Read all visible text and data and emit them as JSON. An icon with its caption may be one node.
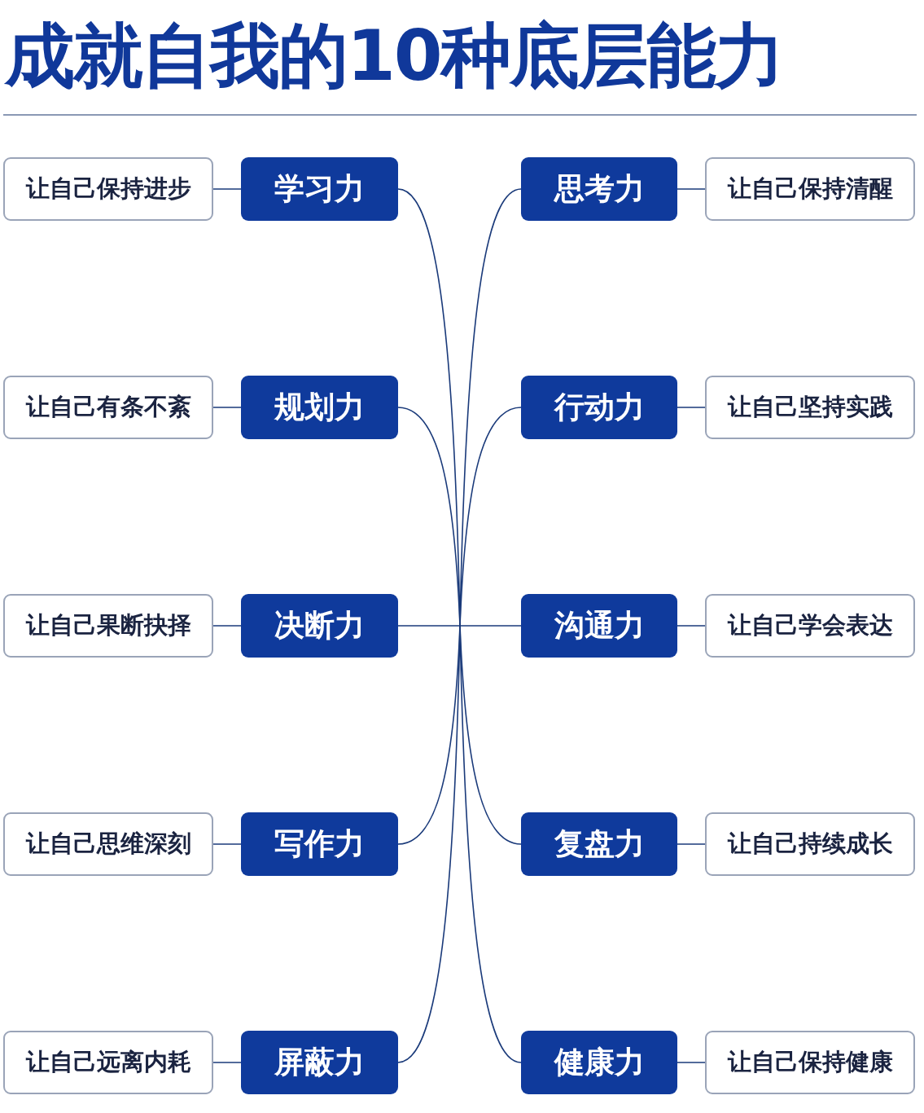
{
  "diagram": {
    "title": "成就自我的10种底层能力",
    "nodes": [
      {
        "text": [
          "让自己保持进步"
        ]
      },
      {
        "text": [
          "学习力"
        ]
      },
      {
        "text": [
          "思考力"
        ]
      },
      {
        "text": [
          "让自己保持清醒"
        ]
      },
      {
        "text": [
          "让自己有条不紊"
        ]
      },
      {
        "text": [
          "规划力"
        ]
      },
      {
        "text": [
          "行动力"
        ]
      },
      {
        "text": [
          "让自己坚持实践"
        ]
      },
      {
        "text": [
          "让自己果断抉择"
        ]
      },
      {
        "text": [
          "决断力"
        ]
      },
      {
        "text": [
          "沟通力"
        ]
      },
      {
        "text": [
          "让自己学会表达"
        ]
      },
      {
        "text": [
          "让自己思维深刻"
        ]
      },
      {
        "text": [
          "写作力"
        ]
      },
      {
        "text": [
          "复盘力"
        ]
      },
      {
        "text": [
          "让自己持续成长"
        ]
      },
      {
        "text": [
          "让自己远离内耗"
        ]
      },
      {
        "text": [
          "屏蔽力"
        ]
      },
      {
        "text": [
          "健康力"
        ]
      },
      {
        "text": [
          "让自己保持健康"
        ]
      }
    ],
    "edges": [
      {
        "from": 1,
        "to": 0,
        "arrow": "none"
      },
      {
        "from": 2,
        "to": 3,
        "arrow": "none"
      },
      {
        "from": 5,
        "to": 4,
        "arrow": "none"
      },
      {
        "from": 6,
        "to": 7,
        "arrow": "none"
      },
      {
        "from": 9,
        "to": 8,
        "arrow": "none"
      },
      {
        "from": 10,
        "to": 11,
        "arrow": "none"
      },
      {
        "from": 13,
        "to": 12,
        "arrow": "none"
      },
      {
        "from": 14,
        "to": 15,
        "arrow": "none"
      },
      {
        "from": 17,
        "to": 16,
        "arrow": "none"
      },
      {
        "from": 18,
        "to": 19,
        "arrow": "none"
      },
      {
        "from": 1,
        "to": null,
        "arrow": "none"
      },
      {
        "from": 2,
        "to": null,
        "arrow": "none"
      },
      {
        "from": 5,
        "to": null,
        "arrow": "none"
      },
      {
        "from": 6,
        "to": null,
        "arrow": "none"
      },
      {
        "from": 9,
        "to": null,
        "arrow": "none"
      },
      {
        "from": 10,
        "to": null,
        "arrow": "none"
      },
      {
        "from": 13,
        "to": null,
        "arrow": "none"
      },
      {
        "from": 14,
        "to": null,
        "arrow": "none"
      },
      {
        "from": 17,
        "to": null,
        "arrow": "none"
      },
      {
        "from": 18,
        "to": null,
        "arrow": "none"
      }
    ]
  }
}
